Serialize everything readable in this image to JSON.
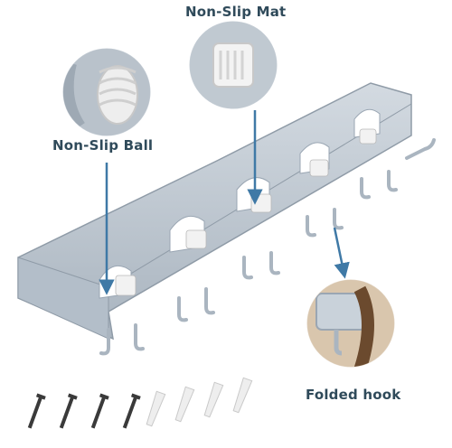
{
  "callouts": {
    "non_slip_mat": "Non-Slip Mat",
    "non_slip_ball": "Non-Slip Ball",
    "folded_hook": "Folded hook"
  },
  "colors": {
    "rack_body": "#c3ccd5",
    "rack_shadow": "#9aa6b3",
    "pad_white": "#f2f2f2",
    "arrow_blue": "#3f79a6",
    "label_text": "#2f4a5a",
    "anchor_white": "#eeeeee",
    "screw_dark": "#3a3a3a"
  },
  "accessories": {
    "screws_count": 4,
    "anchors_count": 4
  }
}
